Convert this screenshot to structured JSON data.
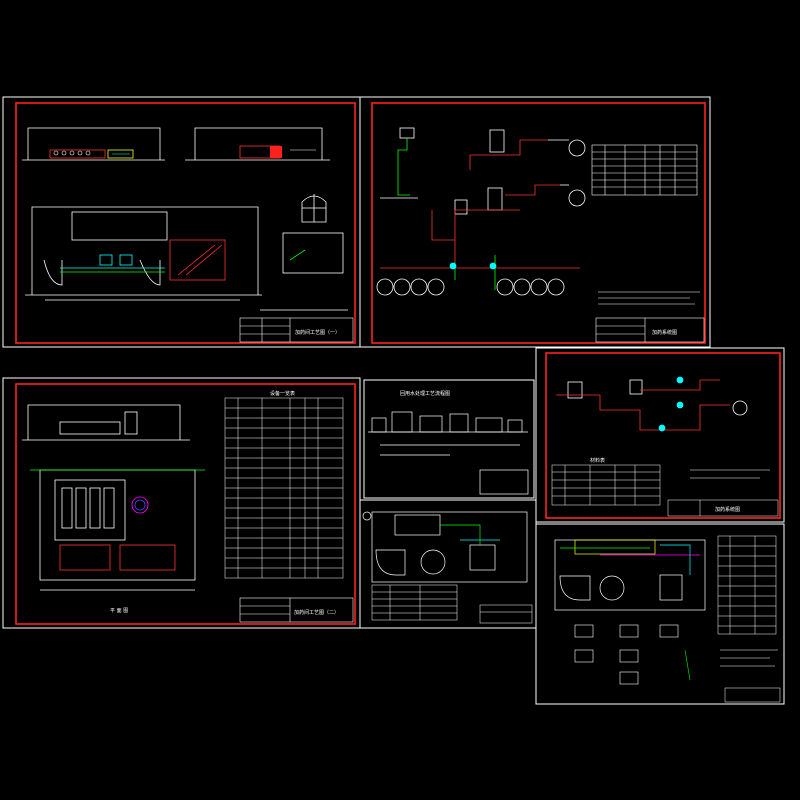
{
  "app": {
    "background": "#000000"
  },
  "colors": {
    "frame": "#ffffff",
    "inner_border": "#ff0000",
    "pipe_green": "#00ff00",
    "pipe_cyan": "#00ffff",
    "pipe_yellow": "#ffff00",
    "pipe_magenta": "#ff00ff",
    "pipe_blue": "#4040ff"
  },
  "sheets": [
    {
      "id": "sheet-1",
      "title_block": "加药间工艺图（一）"
    },
    {
      "id": "sheet-2",
      "title_block": "加药系统图"
    },
    {
      "id": "sheet-3",
      "title_block": "加药间工艺图（二）",
      "table_title": "设备一览表",
      "plan_label": "平 面 图"
    },
    {
      "id": "sheet-4",
      "heading": "回用水处理工艺流程图"
    },
    {
      "id": "sheet-5",
      "title_block": ""
    },
    {
      "id": "sheet-6",
      "title_block": "加药系统图",
      "table_title": "材料表"
    },
    {
      "id": "sheet-7",
      "title_block": ""
    }
  ]
}
